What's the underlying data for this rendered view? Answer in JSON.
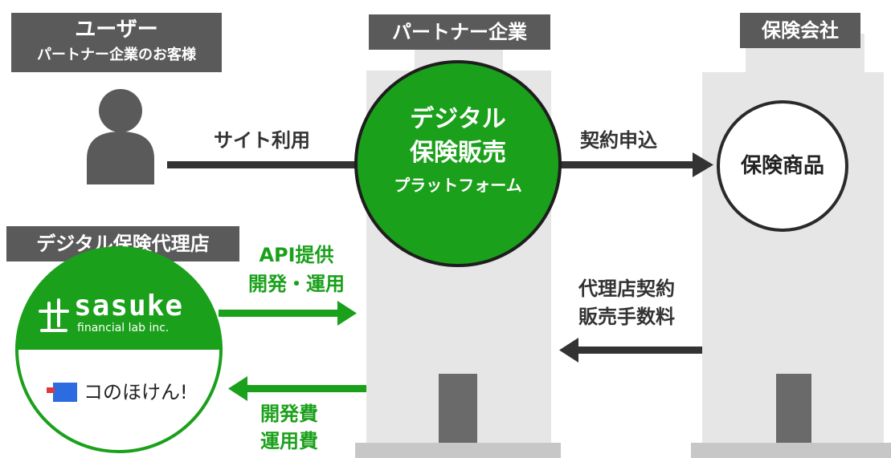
{
  "colors": {
    "green": "#1aa01a",
    "dark_gray": "#5a5a5a",
    "building": "#e6e6e6",
    "arrow_dark": "#333333"
  },
  "user": {
    "title": "ユーザー",
    "subtitle": "パートナー企業のお客様",
    "icon": "person-icon"
  },
  "partner": {
    "title": "パートナー企業",
    "platform_line1": "デジタル",
    "platform_line2": "保険販売",
    "platform_line3": "プラットフォーム"
  },
  "insurer": {
    "title": "保険会社",
    "product": "保険商品"
  },
  "agency": {
    "title": "デジタル保険代理店",
    "logo_text": "sasuke",
    "logo_subtext": "financial lab inc.",
    "service_name": "コのほけん!"
  },
  "arrows": {
    "site_use": "サイト利用",
    "contract_apply": "契約申込",
    "api_line1": "API提供",
    "api_line2": "開発・運用",
    "commission_line1": "代理店契約",
    "commission_line2": "販売手数料",
    "fees_line1": "開発費",
    "fees_line2": "運用費"
  }
}
